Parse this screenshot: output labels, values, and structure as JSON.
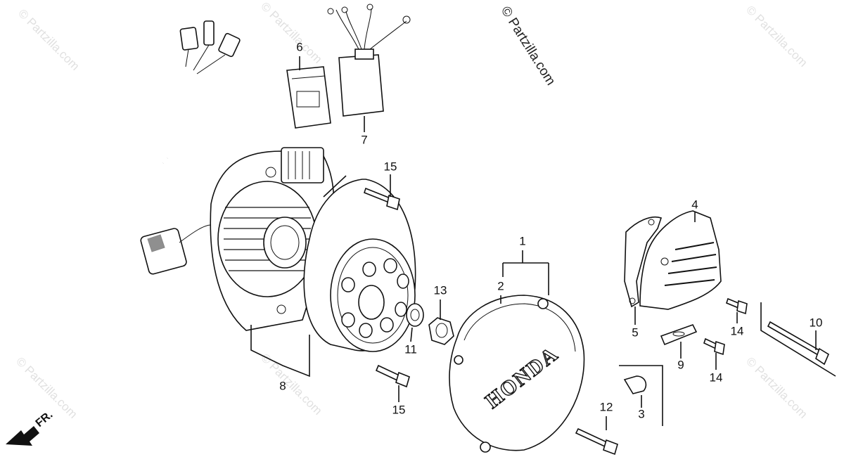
{
  "watermark": {
    "text": "© Partzilla.com"
  },
  "copyright": "© Partzilla.com",
  "cover_logo": "HONDA",
  "front_indicator": "FR.",
  "callouts": [
    {
      "id": "c1",
      "label": "1"
    },
    {
      "id": "c2",
      "label": "2"
    },
    {
      "id": "c3",
      "label": "3"
    },
    {
      "id": "c4",
      "label": "4"
    },
    {
      "id": "c5",
      "label": "5"
    },
    {
      "id": "c6",
      "label": "6"
    },
    {
      "id": "c7",
      "label": "7"
    },
    {
      "id": "c8",
      "label": "8"
    },
    {
      "id": "c9",
      "label": "9"
    },
    {
      "id": "c10",
      "label": "10"
    },
    {
      "id": "c11",
      "label": "11"
    },
    {
      "id": "c12",
      "label": "12"
    },
    {
      "id": "c13",
      "label": "13"
    },
    {
      "id": "c14a",
      "label": "14"
    },
    {
      "id": "c14b",
      "label": "14"
    },
    {
      "id": "c15a",
      "label": "15"
    },
    {
      "id": "c15b",
      "label": "15"
    }
  ]
}
